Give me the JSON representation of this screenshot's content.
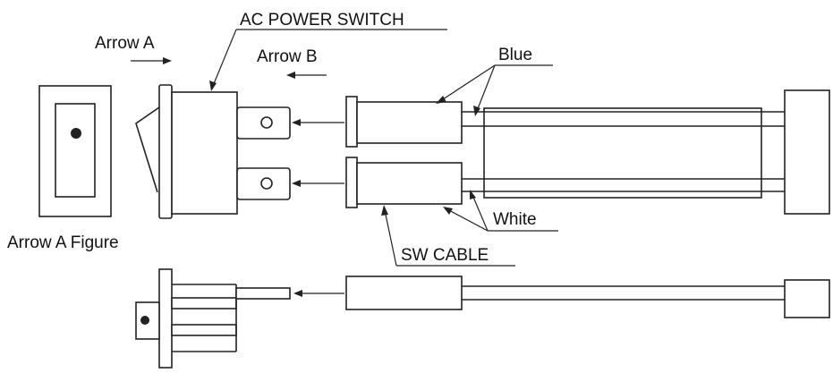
{
  "labels": {
    "ac_power_switch": "AC POWER SWITCH",
    "arrow_a": "Arrow A",
    "arrow_b": "Arrow B",
    "blue": "Blue",
    "white": "White",
    "sw_cable": "SW CABLE",
    "arrow_a_figure": "Arrow A Figure"
  },
  "colors": {
    "line": "#222222",
    "background": "#ffffff"
  }
}
